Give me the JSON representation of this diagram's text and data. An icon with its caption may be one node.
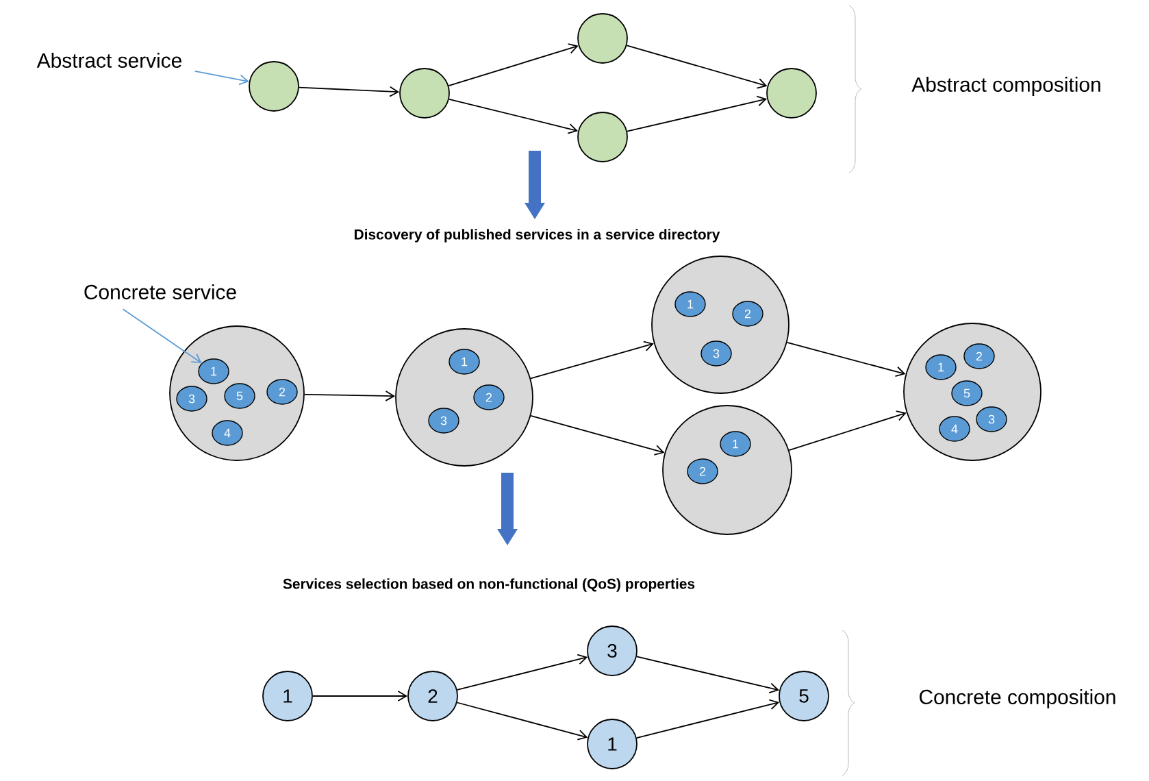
{
  "diagram": {
    "nodes": [
      {
        "text": [
          "Abstract service"
        ]
      },
      {
        "text": [],
        "shape": "circle"
      },
      {
        "text": [],
        "shape": "circle"
      },
      {
        "text": [],
        "shape": "circle"
      },
      {
        "text": [],
        "shape": "circle"
      },
      {
        "text": [],
        "shape": "circle"
      },
      {
        "text": [
          "Concrete service"
        ]
      },
      {
        "text": [],
        "shape": "circle"
      },
      {
        "text": [
          "1"
        ],
        "in": 7
      },
      {
        "text": [
          "3"
        ],
        "in": 7
      },
      {
        "text": [
          "5"
        ],
        "in": 7
      },
      {
        "text": [
          "2"
        ],
        "in": 7
      },
      {
        "text": [
          "4"
        ],
        "in": 7
      },
      {
        "text": [],
        "shape": "circle"
      },
      {
        "text": [
          "1"
        ],
        "in": 13
      },
      {
        "text": [
          "2"
        ],
        "in": 13
      },
      {
        "text": [
          "3"
        ],
        "in": 13
      },
      {
        "text": [],
        "shape": "circle"
      },
      {
        "text": [
          "1"
        ],
        "in": 17
      },
      {
        "text": [
          "2"
        ],
        "in": 17
      },
      {
        "text": [
          "3"
        ],
        "in": 17
      },
      {
        "text": [],
        "shape": "circle"
      },
      {
        "text": [
          "1"
        ],
        "in": 21
      },
      {
        "text": [
          "2"
        ],
        "in": 21
      },
      {
        "text": [],
        "shape": "circle"
      },
      {
        "text": [
          "2"
        ],
        "in": 24
      },
      {
        "text": [
          "1"
        ],
        "in": 24
      },
      {
        "text": [
          "5"
        ],
        "in": 24
      },
      {
        "text": [
          "3"
        ],
        "in": 24
      },
      {
        "text": [
          "4"
        ],
        "in": 24
      },
      {
        "text": [
          "1"
        ]
      },
      {
        "text": [
          "2"
        ]
      },
      {
        "text": [
          "3"
        ]
      },
      {
        "text": [
          "1"
        ]
      },
      {
        "text": [
          "5"
        ]
      }
    ],
    "edges": [
      {
        "from": 0,
        "to": 1,
        "arrow": "to",
        "color": "#5b9bd5"
      },
      {
        "from": 1,
        "to": 2,
        "arrow": "to"
      },
      {
        "from": 2,
        "to": 3,
        "arrow": "to"
      },
      {
        "from": 2,
        "to": 4,
        "arrow": "to"
      },
      {
        "from": 3,
        "to": 5,
        "arrow": "to"
      },
      {
        "from": 4,
        "to": 5,
        "arrow": "to"
      },
      {
        "from": 6,
        "to": 8,
        "arrow": "to",
        "color": "#5b9bd5"
      },
      {
        "from": 7,
        "to": 13,
        "arrow": "to"
      },
      {
        "from": 13,
        "to": 17,
        "arrow": "to"
      },
      {
        "from": 13,
        "to": 21,
        "arrow": "to"
      },
      {
        "from": 17,
        "to": 24,
        "arrow": "to"
      },
      {
        "from": 21,
        "to": 24,
        "arrow": "to"
      },
      {
        "from": 30,
        "to": 31,
        "arrow": "to"
      },
      {
        "from": 31,
        "to": 32,
        "arrow": "to"
      },
      {
        "from": 31,
        "to": 33,
        "arrow": "to"
      },
      {
        "from": 32,
        "to": 34,
        "arrow": "to"
      },
      {
        "from": 33,
        "to": 34,
        "arrow": "to"
      }
    ],
    "labels": [
      "Abstract composition",
      "Discovery of published services in a service directory",
      "Services selection based on non-functional (QoS) properties",
      "Concrete composition"
    ]
  }
}
